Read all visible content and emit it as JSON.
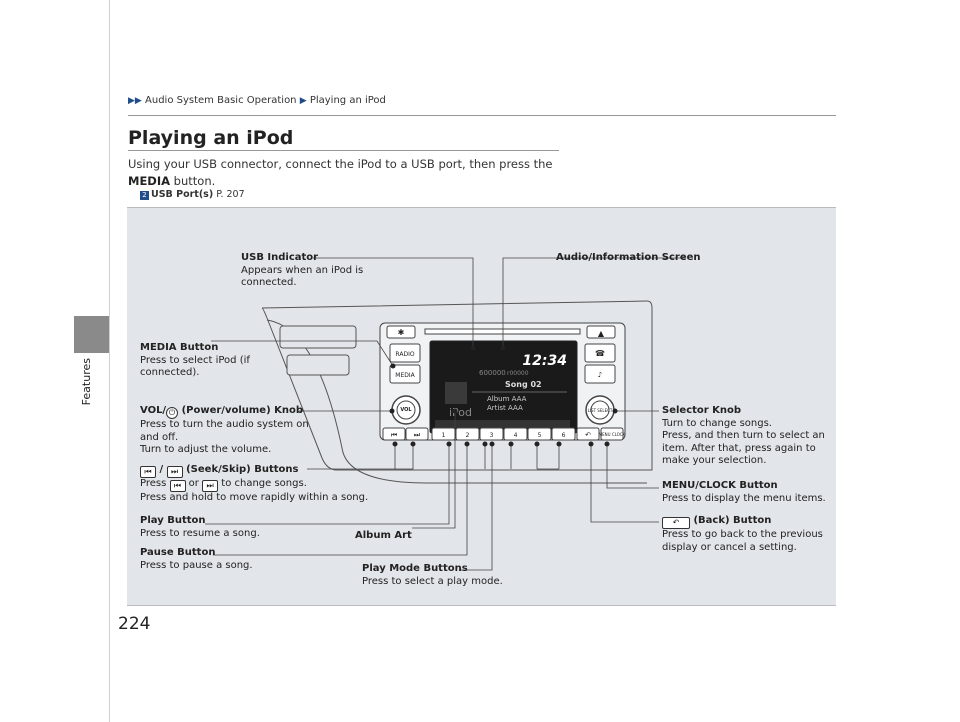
{
  "side": {
    "label": "Features"
  },
  "page": {
    "number": "224"
  },
  "breadcrumb": {
    "part1": "Audio System Basic Operation",
    "part2": "Playing an iPod"
  },
  "title": "Playing an iPod",
  "intro": {
    "text1": "Using your USB connector, connect the iPod to a USB port, then press the ",
    "media": "MEDIA",
    "text2": " button."
  },
  "ref": {
    "label": "USB Port(s)",
    "page": "P. 207"
  },
  "screen": {
    "clock": "12:34",
    "song": "Song 02",
    "album": "Album AAA",
    "artist": "Artist AAA",
    "logo": "iPod",
    "counter": "600000",
    "counter2": "r00000"
  },
  "unit": {
    "radio": "RADIO",
    "media": "MEDIA",
    "vol": "VOL",
    "list": "LIST SELECT",
    "menu": "MENU CLOCK",
    "presets": [
      "1",
      "2",
      "3",
      "4",
      "5",
      "6"
    ]
  },
  "callouts": {
    "usb_title": "USB Indicator",
    "usb_desc": "Appears when an iPod is connected.",
    "audio_screen": "Audio/Information Screen",
    "media_title": "MEDIA Button",
    "media_desc": "Press to select iPod (if connected).",
    "vol_title_a": "VOL/",
    "vol_title_b": " (Power/volume) Knob",
    "vol_desc1": "Press to turn the audio system on and off.",
    "vol_desc2": "Turn to adjust the volume.",
    "seek_sep": " / ",
    "seek_title": " (Seek/Skip) Buttons",
    "seek_desc_a": "Press ",
    "seek_desc_or": " or ",
    "seek_desc_b": " to change songs.",
    "seek_desc2": "Press and hold to move rapidly within a song.",
    "play_title": "Play Button",
    "play_desc": "Press to resume a song.",
    "album_art": "Album Art",
    "pause_title": "Pause Button",
    "pause_desc": "Press to pause a song.",
    "mode_title": "Play Mode Buttons",
    "mode_desc": "Press to select a play mode.",
    "selector_title": "Selector Knob",
    "selector_desc1": "Turn to change songs.",
    "selector_desc2": "Press, and then turn to select an item. After that, press again to make your selection.",
    "menu_title": "MENU/CLOCK Button",
    "menu_desc": "Press to display the menu items.",
    "back_title": " (Back) Button",
    "back_desc": "Press to go back to the previous display or cancel a setting."
  }
}
